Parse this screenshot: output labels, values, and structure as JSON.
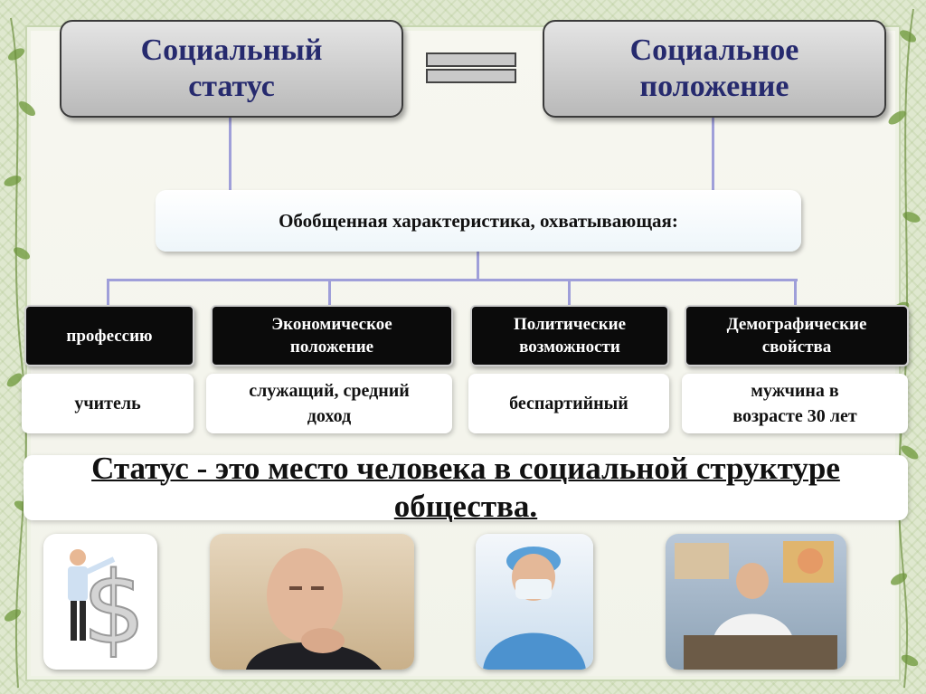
{
  "title_left": "Социальный\nстатус",
  "title_right": "Социальное\nположение",
  "general": "Обобщенная характеристика, охватывающая:",
  "categories": [
    {
      "label": "профессию",
      "example": "учитель"
    },
    {
      "label": "Экономическое\nположение",
      "example": "служащий, средний\nдоход"
    },
    {
      "label": "Политические\nвозможности",
      "example": "беспартийный"
    },
    {
      "label": "Демографические\nсвойства",
      "example": "мужчина в\nвозрасте 30 лет"
    }
  ],
  "definition": "Статус - это место человека в социальной структуре общества.",
  "colors": {
    "title_text": "#262a6e",
    "connector": "#9f9fd9",
    "category_bg": "#0b0b0b"
  },
  "photos": [
    "businessman-with-dollar-sign",
    "politician-portrait",
    "surgeon",
    "teacher-in-classroom"
  ]
}
